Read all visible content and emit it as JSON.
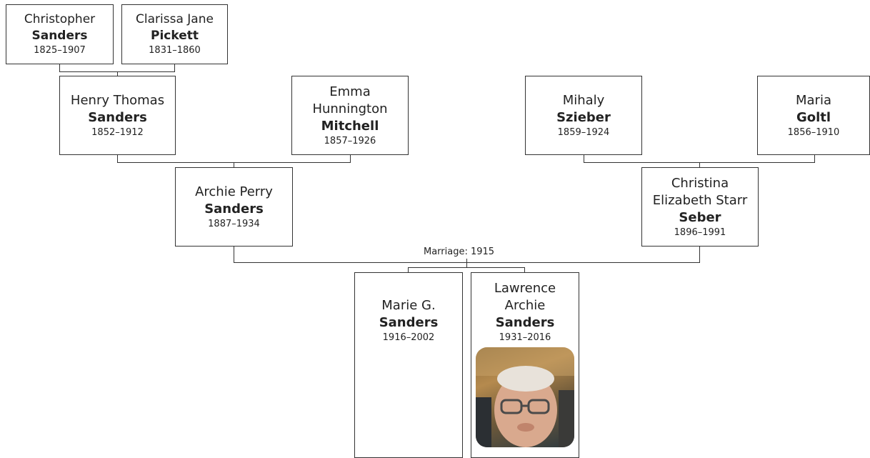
{
  "people": {
    "christopher": {
      "given": "Christopher",
      "surname": "Sanders",
      "years": "1825–1907"
    },
    "clarissa": {
      "given": "Clarissa Jane",
      "surname": "Pickett",
      "years": "1831–1860"
    },
    "henry": {
      "given": "Henry Thomas",
      "surname": "Sanders",
      "years": "1852–1912"
    },
    "emma": {
      "given1": "Emma",
      "given2": "Hunnington",
      "surname": "Mitchell",
      "years": "1857–1926"
    },
    "mihaly": {
      "given": "Mihaly",
      "surname": "Szieber",
      "years": "1859–1924"
    },
    "maria": {
      "given": "Maria",
      "surname": "Goltl",
      "years": "1856–1910"
    },
    "archie": {
      "given": "Archie Perry",
      "surname": "Sanders",
      "years": "1887–1934"
    },
    "christina": {
      "given1": "Christina",
      "given2": "Elizabeth Starr",
      "surname": "Seber",
      "years": "1896–1991"
    },
    "marie": {
      "given": "Marie G.",
      "surname": "Sanders",
      "years": "1916–2002"
    },
    "lawrence": {
      "given1": "Lawrence",
      "given2": "Archie",
      "surname": "Sanders",
      "years": "1931–2016"
    }
  },
  "marriage_label": "Marriage: 1915",
  "line_color": "#333333"
}
